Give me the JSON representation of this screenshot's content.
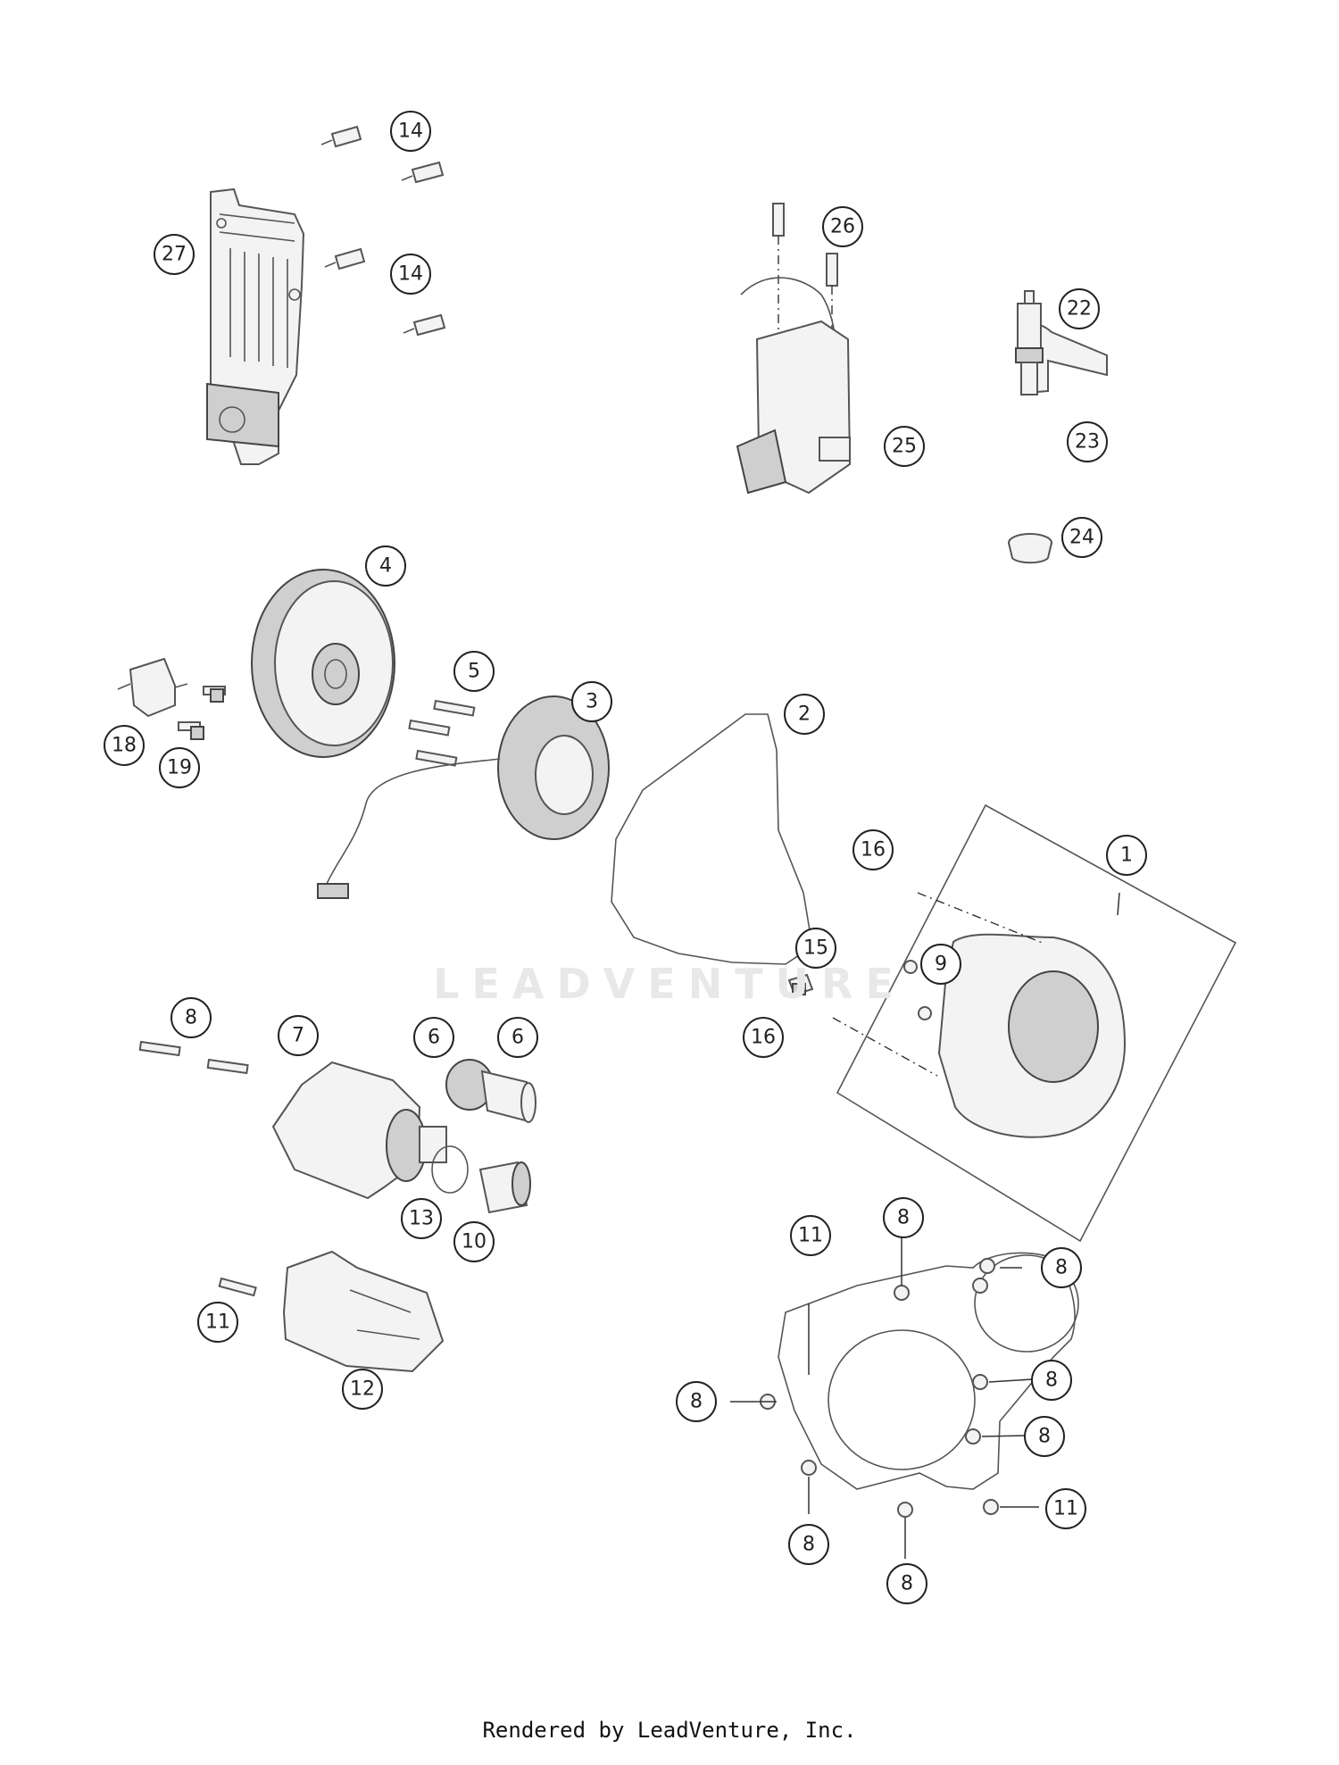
{
  "watermark": "LEADVENTURE",
  "footer": "Rendered by LeadVenture, Inc.",
  "callouts": [
    {
      "id": "c14a",
      "label": "14"
    },
    {
      "id": "c14b",
      "label": "14"
    },
    {
      "id": "c27",
      "label": "27"
    },
    {
      "id": "c26",
      "label": "26"
    },
    {
      "id": "c22",
      "label": "22"
    },
    {
      "id": "c25",
      "label": "25"
    },
    {
      "id": "c23",
      "label": "23"
    },
    {
      "id": "c24",
      "label": "24"
    },
    {
      "id": "c4",
      "label": "4"
    },
    {
      "id": "c5",
      "label": "5"
    },
    {
      "id": "c3",
      "label": "3"
    },
    {
      "id": "c2",
      "label": "2"
    },
    {
      "id": "c18",
      "label": "18"
    },
    {
      "id": "c19",
      "label": "19"
    },
    {
      "id": "c1",
      "label": "1"
    },
    {
      "id": "c16a",
      "label": "16"
    },
    {
      "id": "c15",
      "label": "15"
    },
    {
      "id": "c9",
      "label": "9"
    },
    {
      "id": "c16b",
      "label": "16"
    },
    {
      "id": "c8a",
      "label": "8"
    },
    {
      "id": "c7",
      "label": "7"
    },
    {
      "id": "c6a",
      "label": "6"
    },
    {
      "id": "c6b",
      "label": "6"
    },
    {
      "id": "c13",
      "label": "13"
    },
    {
      "id": "c10",
      "label": "10"
    },
    {
      "id": "c11a",
      "label": "11"
    },
    {
      "id": "c8b",
      "label": "8"
    },
    {
      "id": "c8c",
      "label": "8"
    },
    {
      "id": "c11b",
      "label": "11"
    },
    {
      "id": "c12",
      "label": "12"
    },
    {
      "id": "c8d",
      "label": "8"
    },
    {
      "id": "c8e",
      "label": "8"
    },
    {
      "id": "c8f",
      "label": "8"
    },
    {
      "id": "c8g",
      "label": "8"
    },
    {
      "id": "c11c",
      "label": "11"
    },
    {
      "id": "c8h",
      "label": "8"
    }
  ]
}
